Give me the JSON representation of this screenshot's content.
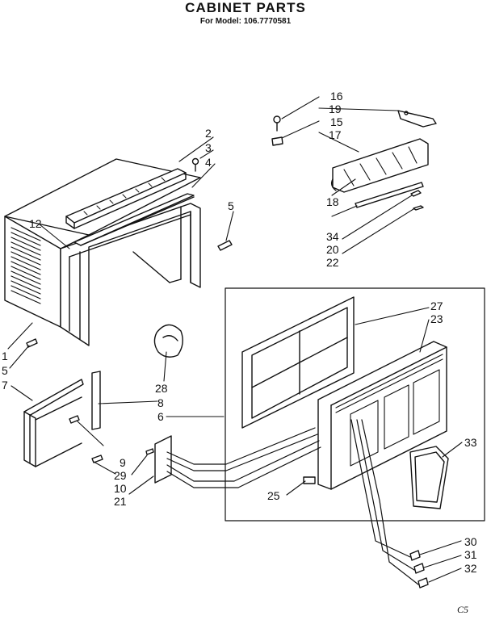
{
  "header": {
    "title": "CABINET PARTS",
    "model_line": "For Model: 106.7770581"
  },
  "part_labels": [
    "1",
    "2",
    "3",
    "4",
    "5",
    "5",
    "6",
    "7",
    "8",
    "9",
    "10",
    "12",
    "15",
    "16",
    "17",
    "18",
    "19",
    "20",
    "21",
    "22",
    "23",
    "25",
    "27",
    "28",
    "29",
    "30",
    "31",
    "32",
    "33",
    "34"
  ],
  "callouts": {
    "c1": "1",
    "c2": "2",
    "c3": "3",
    "c4": "4",
    "c5a": "5",
    "c5b": "5",
    "c6": "6",
    "c7": "7",
    "c8": "8",
    "c9": "9",
    "c10": "10",
    "c12": "12",
    "c15": "15",
    "c16": "16",
    "c17": "17",
    "c18": "18",
    "c19": "19",
    "c20": "20",
    "c21": "21",
    "c22": "22",
    "c23": "23",
    "c25": "25",
    "c27": "27",
    "c28": "28",
    "c29": "29",
    "c30": "30",
    "c31": "31",
    "c32": "32",
    "c33": "33",
    "c34": "34"
  },
  "footer_code": "C5",
  "colors": {
    "ink": "#111111",
    "paper": "#ffffff"
  }
}
